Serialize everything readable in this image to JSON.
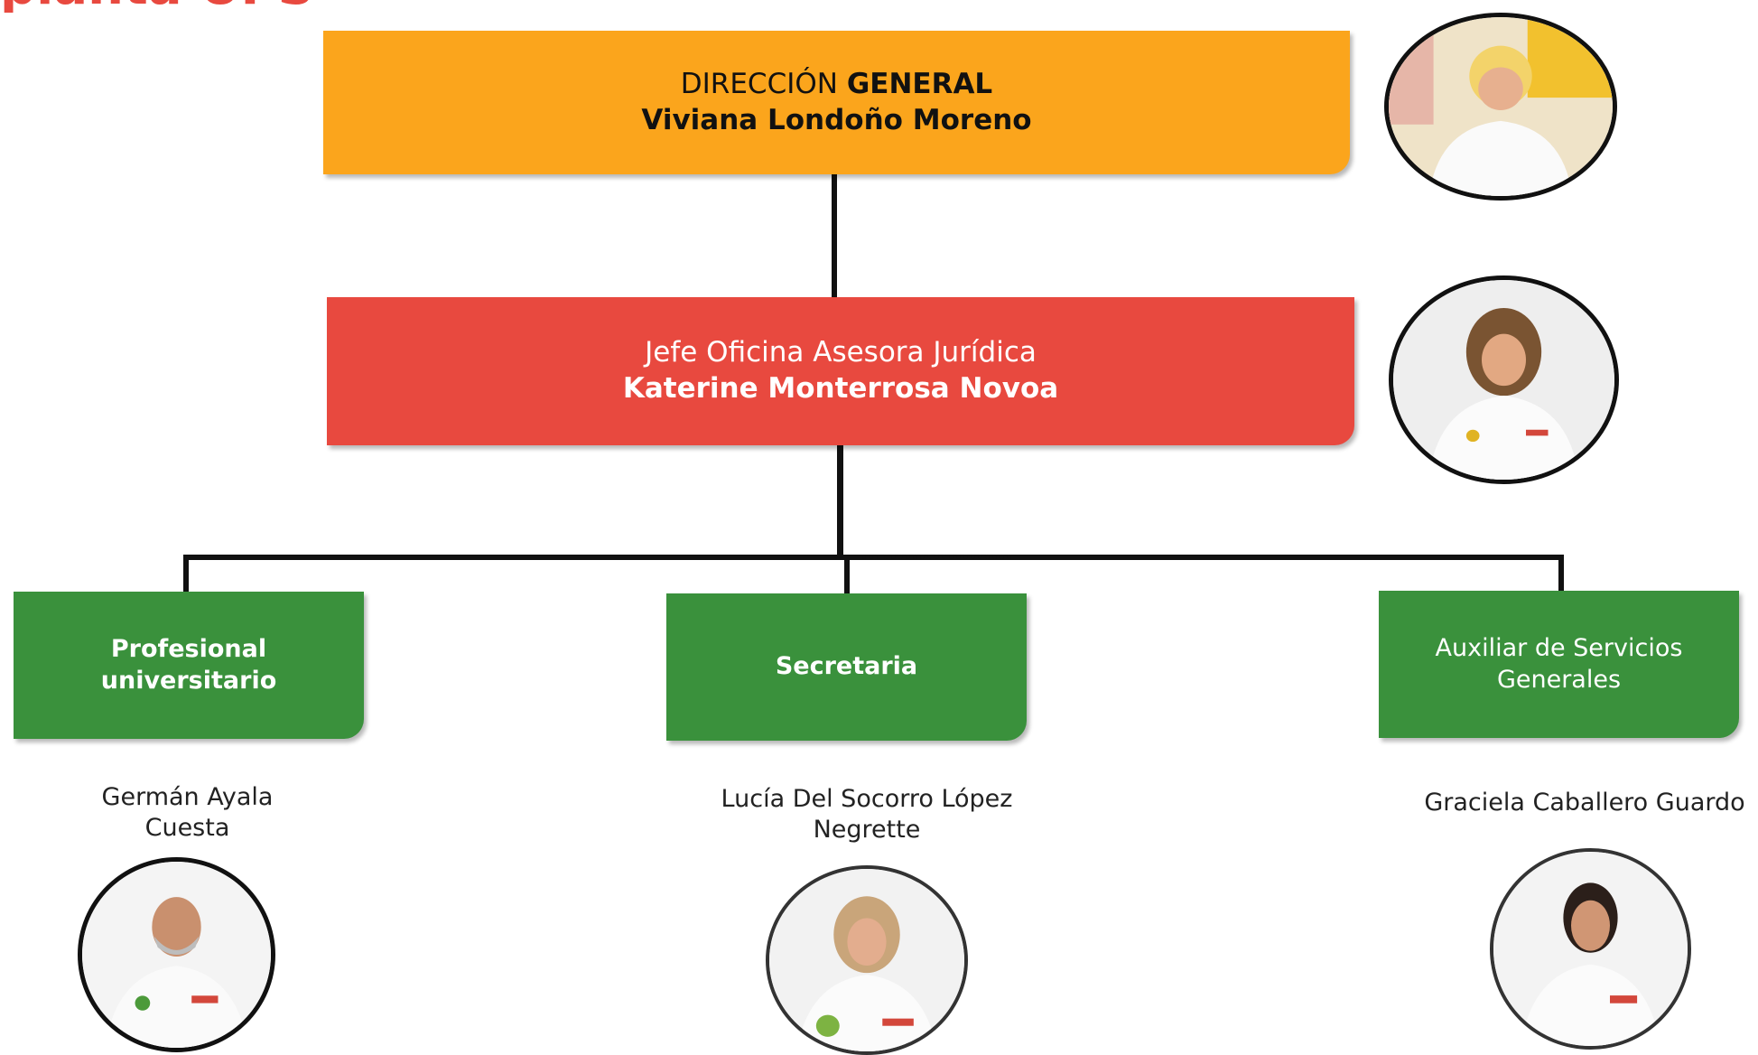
{
  "page": {
    "title_fragment": "planta UPS"
  },
  "nodes": {
    "direccion": {
      "role_prefix": "DIRECCIÓN",
      "role_bold": "GENERAL",
      "name": "Viviana Londoño Moreno",
      "color": "#FBA51C"
    },
    "juridica": {
      "role": "Jefe Oficina Asesora Jurídica",
      "name": "Katerine Monterrosa Novoa",
      "color": "#E8493F"
    },
    "profesional": {
      "role_line1": "Profesional",
      "role_line2": "universitario",
      "person_line1": "Germán Ayala",
      "person_line2": "Cuesta",
      "color": "#3A913C"
    },
    "secretaria": {
      "role": "Secretaria",
      "person_line1": "Lucía Del Socorro López",
      "person_line2": "Negrette",
      "color": "#3A913C"
    },
    "auxiliar": {
      "role_line1": "Auxiliar de Servicios",
      "role_line2": "Generales",
      "person": "Graciela Caballero Guardo",
      "color": "#3A913C"
    }
  },
  "icons": {
    "photo": "person-photo-icon"
  }
}
